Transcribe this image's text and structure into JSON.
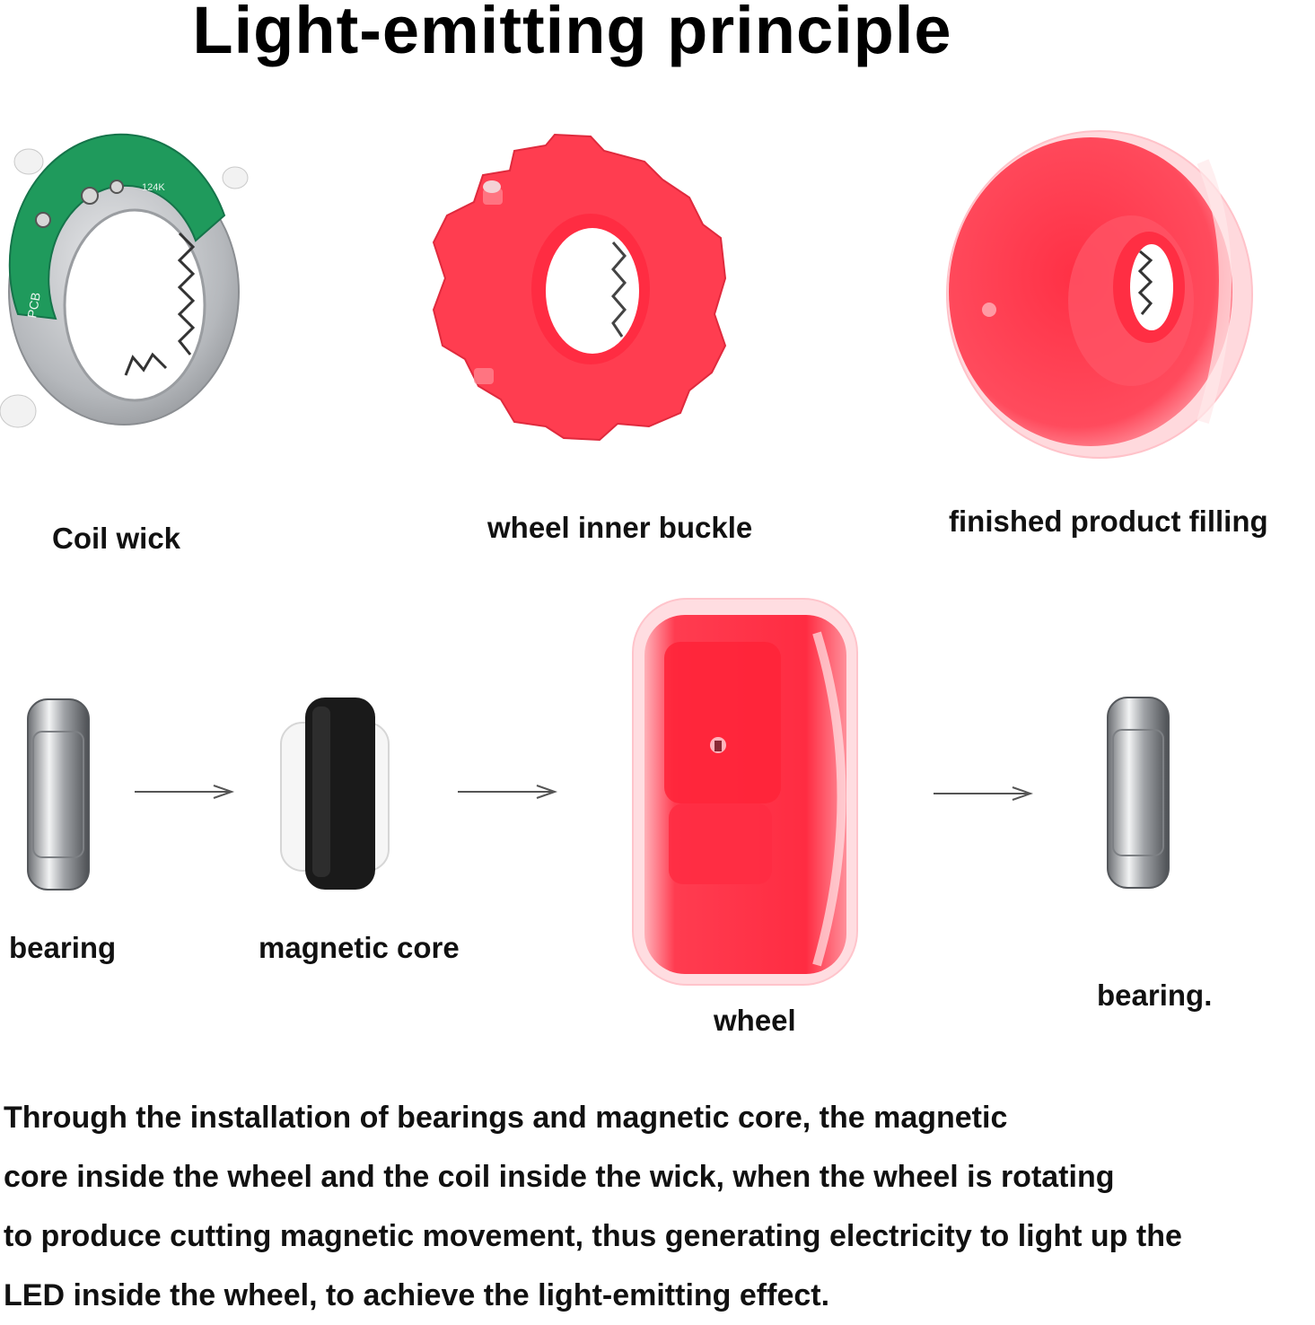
{
  "title": "Light-emitting principle",
  "top_row": {
    "coil_wick": "Coil wick",
    "inner_buckle": "wheel inner buckle",
    "finished": "finished product filling"
  },
  "bottom_row": {
    "bearing_left": "bearing",
    "magnetic_core": "magnetic core",
    "wheel": "wheel",
    "bearing_right": "bearing."
  },
  "pcb_marks": {
    "pcb": "PCB",
    "code": "124K"
  },
  "description": [
    "Through the installation of bearings and magnetic core, the magnetic",
    "core inside the wheel and the coil inside the wick, when the wheel is rotating",
    "to produce cutting magnetic movement, thus generating electricity to light up the",
    "LED inside the wheel, to achieve the light-emitting effect."
  ],
  "colors": {
    "wheel_red": "#ff3b4e",
    "pcb_green": "#1f9a5c",
    "metal": "#b9bcc0",
    "core_black": "#1a1a1a"
  }
}
